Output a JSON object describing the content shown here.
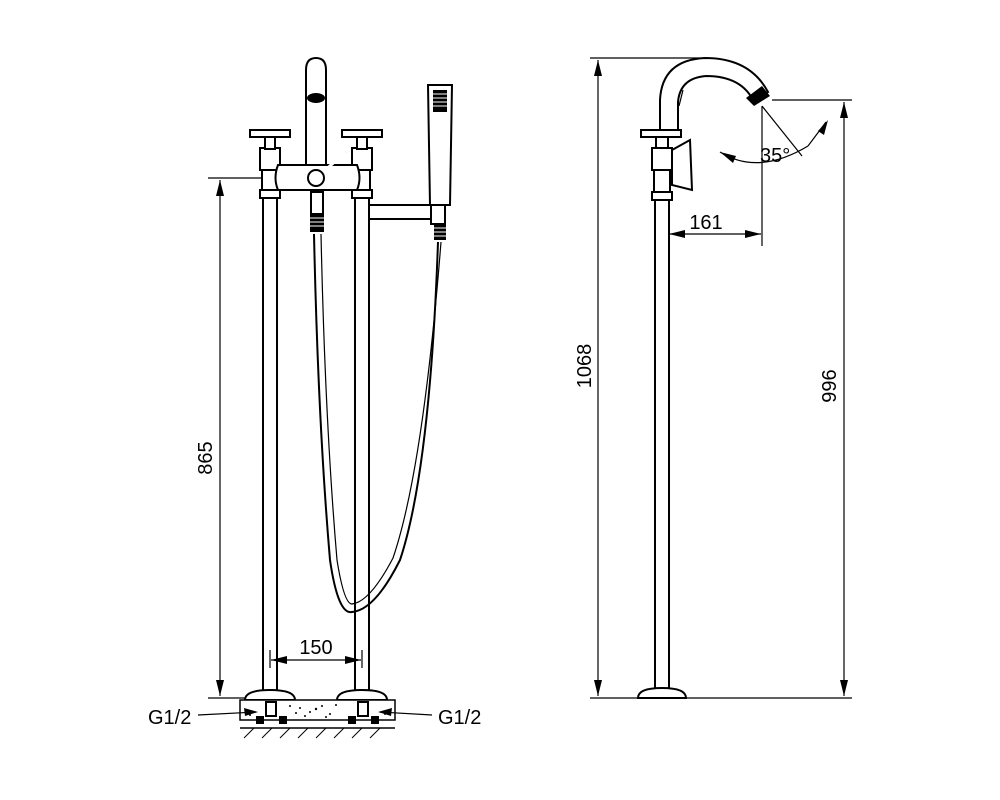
{
  "front_view": {
    "height_label": "865",
    "spacing_label": "150",
    "inlet_left_label": "G1/2",
    "inlet_right_label": "G1/2"
  },
  "side_view": {
    "total_height_label": "1068",
    "spout_height_label": "996",
    "reach_label": "161",
    "angle_label": "35°"
  }
}
